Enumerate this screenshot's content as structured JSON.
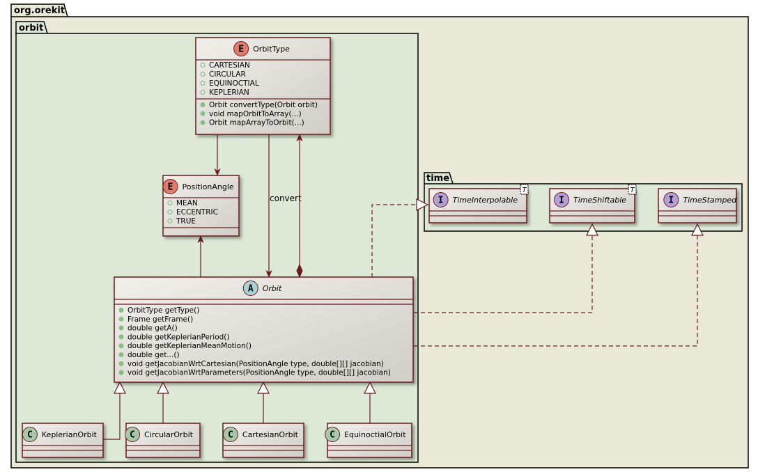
{
  "colors": {
    "border": "#681d1d",
    "line": "#681d1d",
    "pkg_outer_bg": "#eae8d6",
    "pkg_orbit_bg": "#dde8d6",
    "pkg_time_bg": "#dde8d6",
    "class_fill_top": "#f1efeb",
    "class_fill_bottom": "#d1cdc8",
    "enum_circle": "#e07b6e",
    "abstract_circle": "#a7d3d8",
    "class_circle": "#a7c8a9",
    "interface_circle": "#b49fd8",
    "visibility_dot": "#84be84"
  },
  "packages": {
    "root": "org.orekit",
    "orbit": "orbit",
    "time": "time"
  },
  "classes": {
    "orbit_type": {
      "stereotype": "E",
      "name": "OrbitType",
      "fields": [
        "CARTESIAN",
        "CIRCULAR",
        "EQUINOCTIAL",
        "KEPLERIAN"
      ],
      "methods": [
        "Orbit convertType(Orbit orbit)",
        "void mapOrbitToArray(...)",
        "Orbit mapArrayToOrbit(...)"
      ]
    },
    "position_angle": {
      "stereotype": "E",
      "name": "PositionAngle",
      "fields": [
        "MEAN",
        "ECCENTRIC",
        "TRUE"
      ]
    },
    "orbit": {
      "stereotype": "A",
      "name": "Orbit",
      "methods": [
        "OrbitType getType()",
        "Frame getFrame()",
        "double getA()",
        "double getKeplerianPeriod()",
        "double getKeplerianMeanMotion()",
        "double get...()",
        "void getJacobianWrtCartesian(PositionAngle type, double[][] jacobian)",
        "void getJacobianWrtParameters(PositionAngle type, double[][] jacobian)"
      ]
    },
    "keplerian_orbit": {
      "stereotype": "C",
      "name": "KeplerianOrbit"
    },
    "circular_orbit": {
      "stereotype": "C",
      "name": "CircularOrbit"
    },
    "cartesian_orbit": {
      "stereotype": "C",
      "name": "CartesianOrbit"
    },
    "equinoctial_orbit": {
      "stereotype": "C",
      "name": "EquinoctialOrbit"
    },
    "time_interpolable": {
      "stereotype": "I",
      "name": "TimeInterpolable",
      "generic": "T"
    },
    "time_shiftable": {
      "stereotype": "I",
      "name": "TimeShiftable",
      "generic": "T"
    },
    "time_stamped": {
      "stereotype": "I",
      "name": "TimeStamped"
    }
  },
  "relations": {
    "convert_label": "convert"
  },
  "icons": {
    "visibility": "public-circle-icon",
    "enum": "enum-stereotype-icon",
    "abstract": "abstract-stereotype-icon",
    "class": "class-stereotype-icon",
    "interface": "interface-stereotype-icon"
  }
}
